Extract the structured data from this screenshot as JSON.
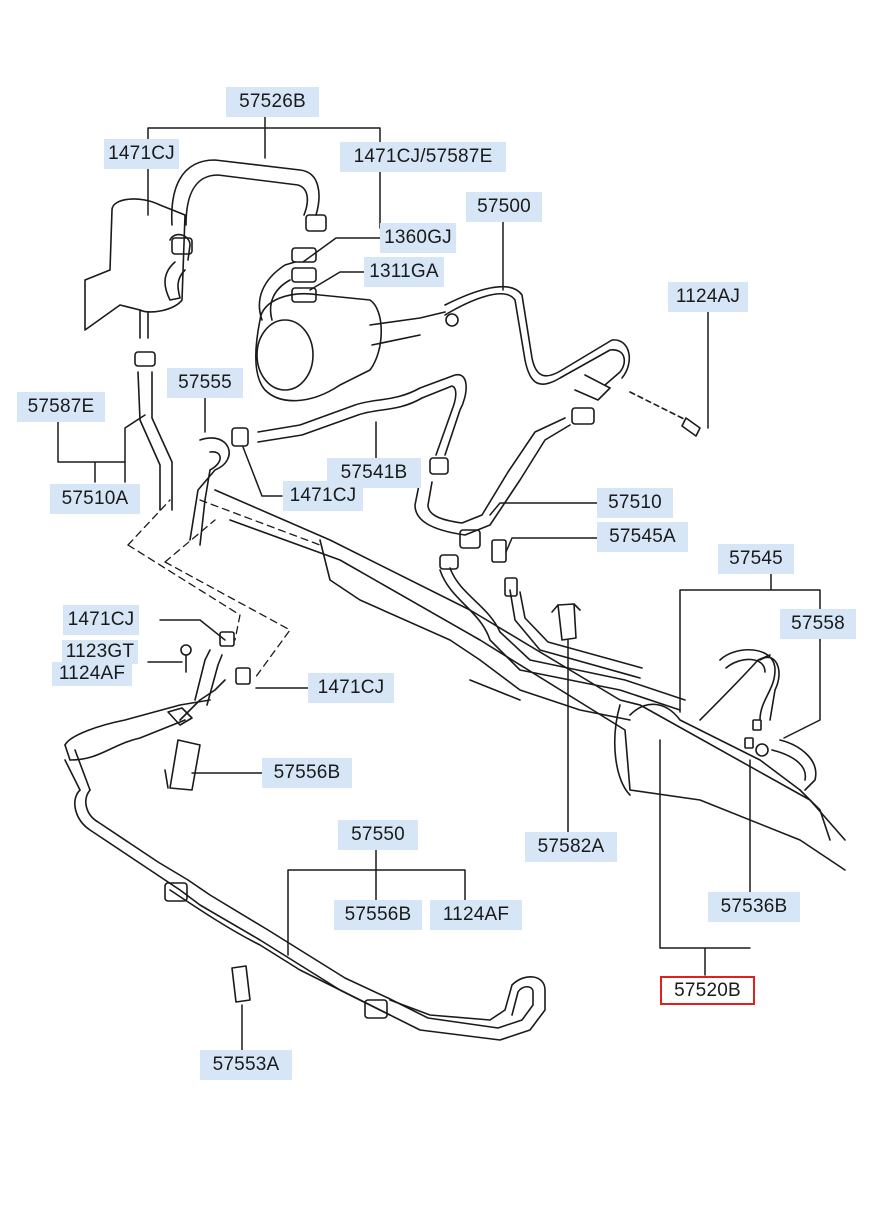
{
  "callouts": {
    "c57526B": "57526B",
    "c1471CJ_top": "1471CJ",
    "c1471CJ_57587E": "1471CJ/57587E",
    "c57500": "57500",
    "c1360GJ": "1360GJ",
    "c1311GA": "1311GA",
    "c1124AJ": "1124AJ",
    "c57555": "57555",
    "c57587E": "57587E",
    "c57541B": "57541B",
    "c1471CJ_mid": "1471CJ",
    "c57510A": "57510A",
    "c57510": "57510",
    "c57545A": "57545A",
    "c57545": "57545",
    "c57558": "57558",
    "c1471CJ_left": "1471CJ",
    "c1123GT": "1123GT",
    "c1124AF_left": "1124AF",
    "c1471CJ_low": "1471CJ",
    "c57556B_left": "57556B",
    "c57550": "57550",
    "c57582A": "57582A",
    "c57556B_bottom": "57556B",
    "c1124AF_bottom": "1124AF",
    "c57536B": "57536B",
    "c57520B": "57520B",
    "c57553A": "57553A"
  },
  "colors": {
    "label_bg": "#d6e6f6",
    "selected_border": "#e0201e",
    "line": "#1a1a1a"
  }
}
